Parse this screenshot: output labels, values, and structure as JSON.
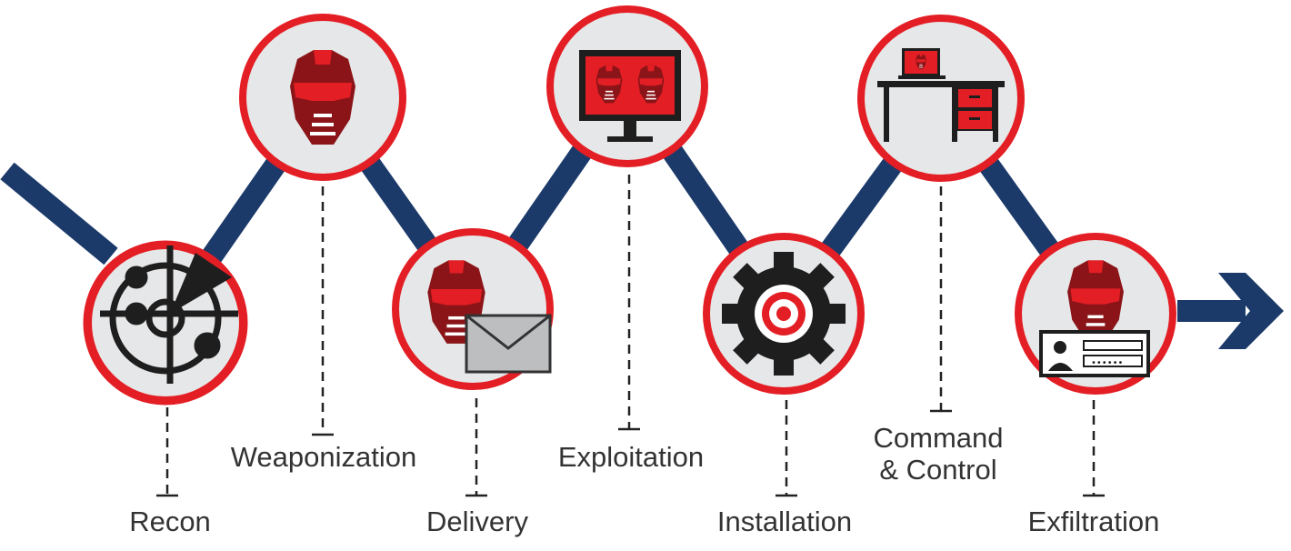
{
  "title": "Cyber Kill Chain",
  "stages": [
    {
      "label": "Recon",
      "icon": "radar-icon"
    },
    {
      "label": "Weaponization",
      "icon": "robot-head-icon"
    },
    {
      "label": "Delivery",
      "icon": "robot-envelope-icon"
    },
    {
      "label": "Exploitation",
      "icon": "monitor-robots-icon"
    },
    {
      "label": "Installation",
      "icon": "gear-target-icon"
    },
    {
      "label": "Command & Control",
      "label_line1": "Command",
      "label_line2": "& Control",
      "icon": "desk-laptop-icon"
    },
    {
      "label": "Exfiltration",
      "icon": "robot-id-card-icon"
    }
  ],
  "colors": {
    "ring": "#e31e24",
    "connector": "#1b3a6a",
    "robot": "#8b1418",
    "circle_fill": "#e6e7e8"
  }
}
